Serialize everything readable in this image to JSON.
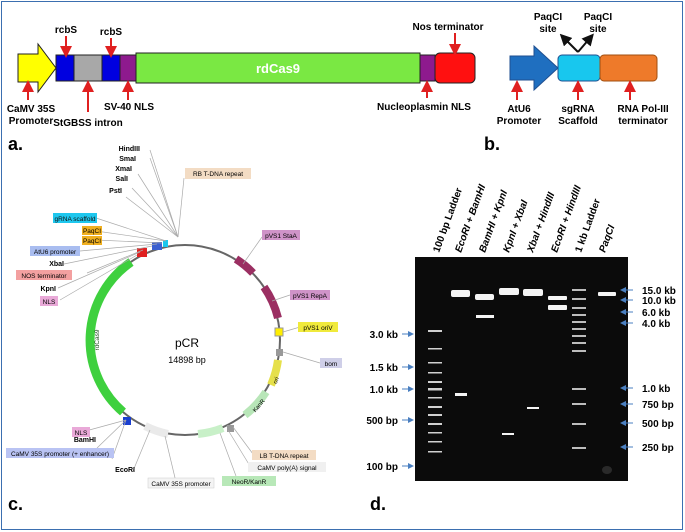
{
  "panels": {
    "a": {
      "label": "a.",
      "gene_label": "rdCas9",
      "top_labels": [
        "rcbS",
        "rcbS",
        "Nos terminator"
      ],
      "bottom_labels": [
        "CaMV 35S",
        "Promoter",
        "StGBSS intron",
        "SV-40 NLS",
        "Nucleoplasmin NLS"
      ]
    },
    "b": {
      "label": "b.",
      "site_labels": [
        "PaqCI",
        "site",
        "PaqCI",
        "site"
      ],
      "bottom_labels": [
        "AtU6",
        "Promoter",
        "sgRNA",
        "Scaffold",
        "RNA Pol-III",
        "terminator"
      ]
    },
    "c": {
      "label": "c.",
      "plasmid_name": "pCR",
      "plasmid_size": "14898 bp",
      "features": [
        "HindIII",
        "SmaI",
        "XmaI",
        "SalI",
        "PstI",
        "RB T-DNA repeat",
        "gRNA scaffold",
        "PaqCI",
        "PaqCI",
        "AtU6 promoter",
        "XbaI",
        "NOS terminator",
        "KpnI",
        "NLS",
        "pVS1 StaA",
        "pVS1 RepA",
        "pVS1 oriV",
        "bom",
        "ori",
        "KanR",
        "LB T-DNA repeat",
        "CaMV poly(A) signal",
        "NeoR/KanR",
        "CaMV 35S promoter",
        "EcoRI",
        "BamHI",
        "CaMV 35S promoter (+ enhancer)",
        "NLS",
        "rdCas9"
      ]
    },
    "d": {
      "label": "d.",
      "lane_labels": [
        "100 bp Ladder",
        "EcoRI + BamHI",
        "BamHI + KpnI",
        "KpnI + XbaI",
        "XbaI + HindIII",
        "EcoRI + HindIII",
        "1 kb Ladder",
        "PaqCI"
      ],
      "left_markers": [
        "3.0 kb",
        "1.5 kb",
        "1.0 kb",
        "500 bp",
        "100 bp"
      ],
      "right_markers": [
        "15.0 kb",
        "10.0 kb",
        "6.0 kb",
        "4.0 kb",
        "1.0 kb",
        "750 bp",
        "500 bp",
        "250 bp"
      ]
    }
  }
}
